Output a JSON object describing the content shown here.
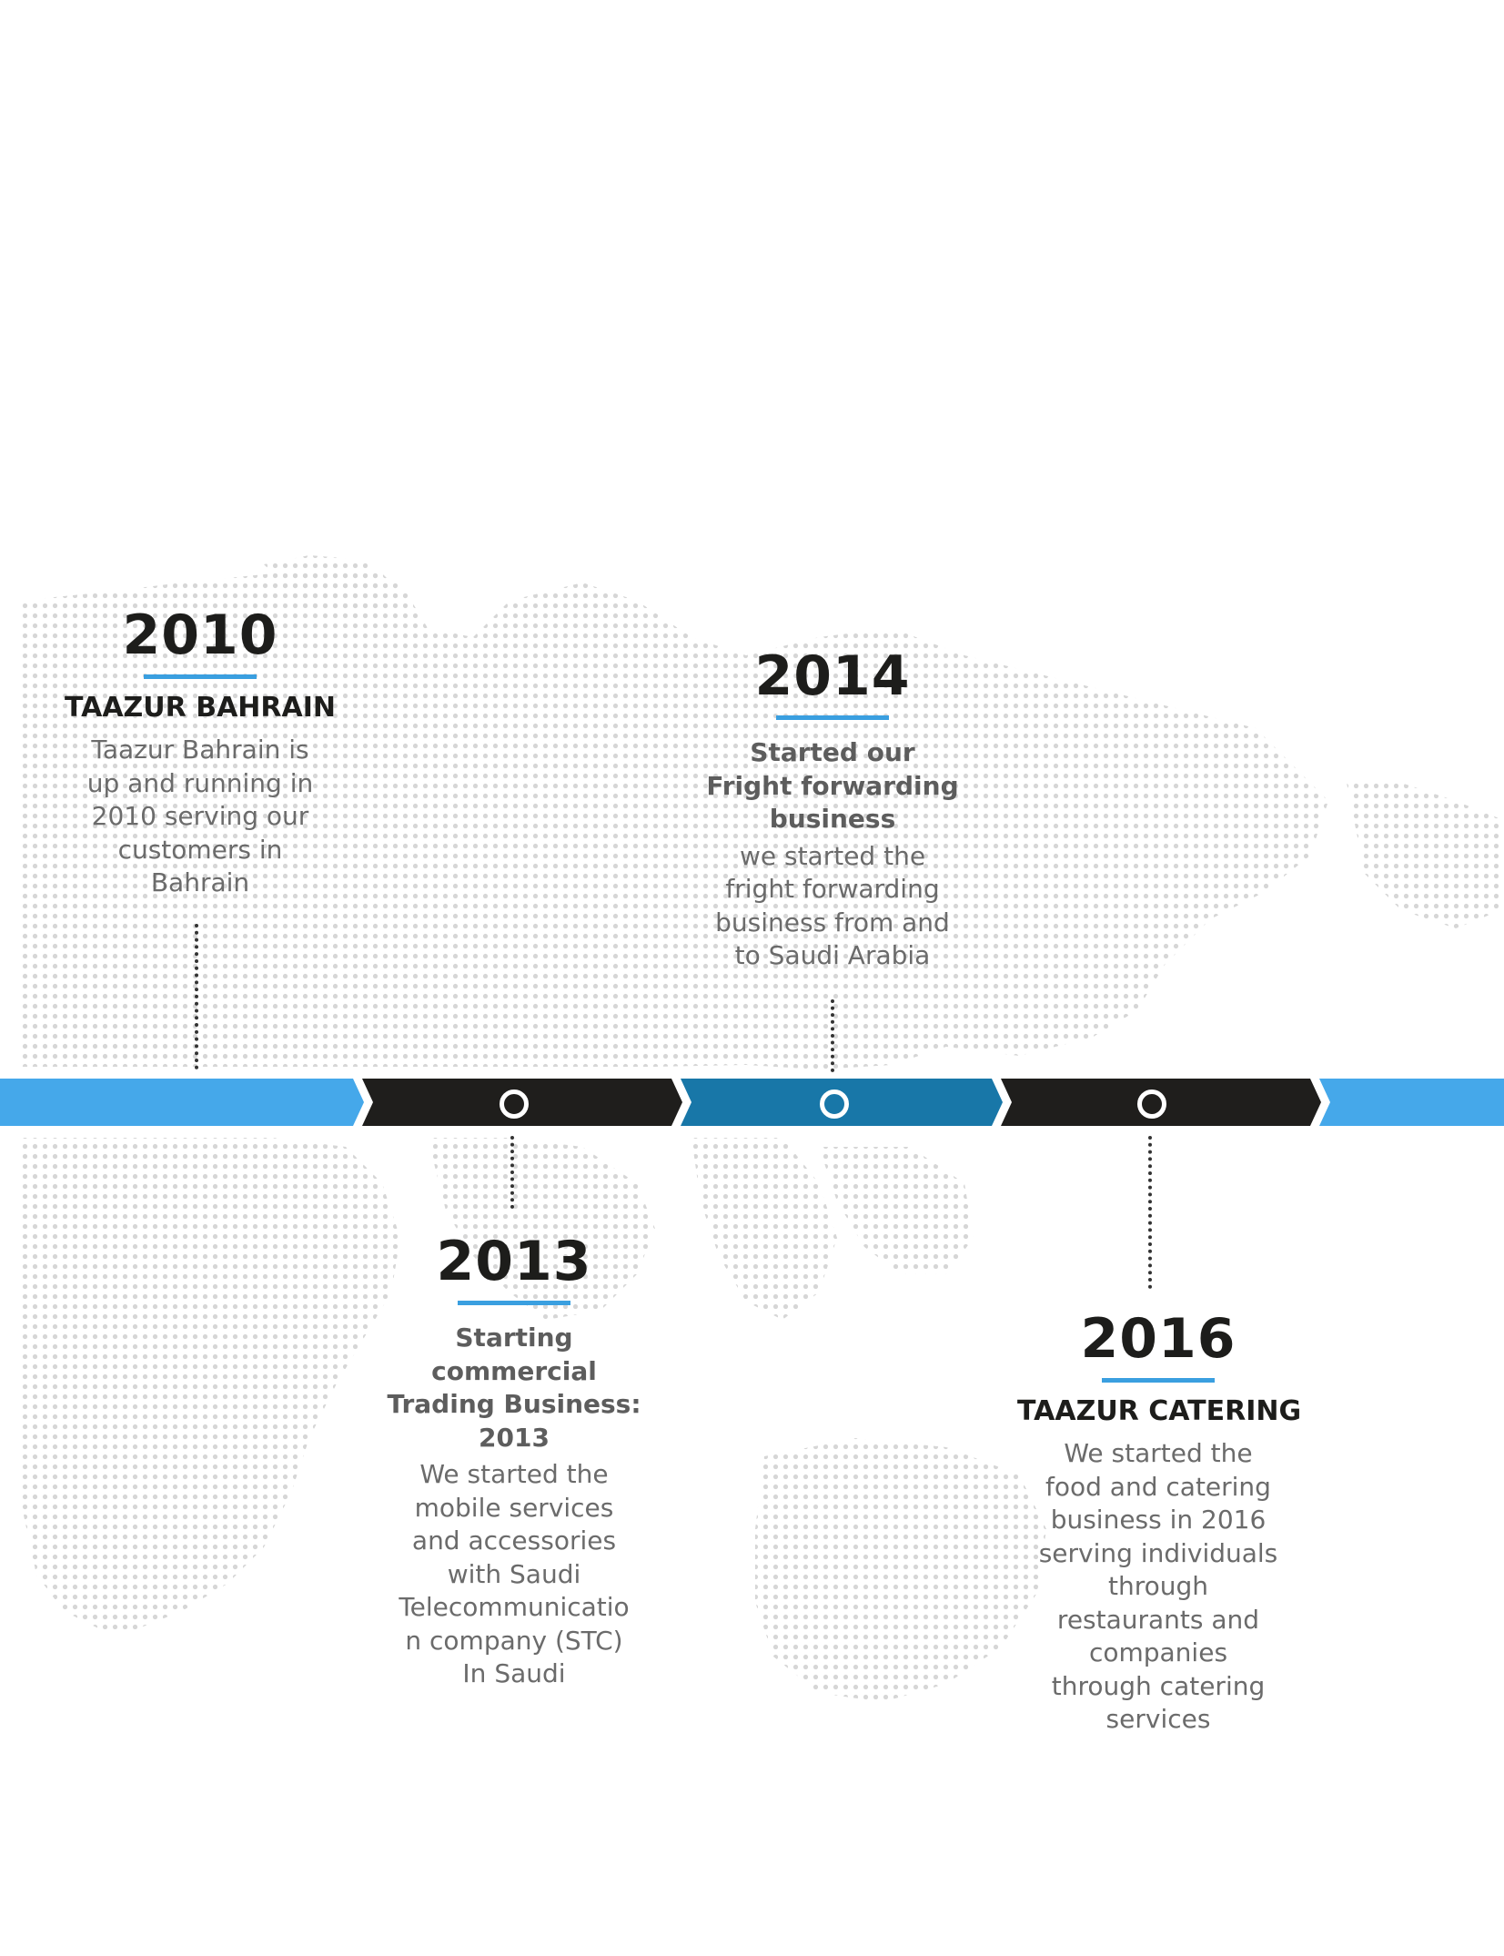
{
  "colors": {
    "bar_blue_light": "#45a8ea",
    "bar_dark": "#1f1e1c",
    "bar_blue_dark": "#1877a8",
    "accent_underline": "#3a9fe0",
    "map_dots": "#d6d6d6"
  },
  "milestones": [
    {
      "year": "2010",
      "heading": "TAAZUR BAHRAIN",
      "subtitle": "",
      "body": "Taazur Bahrain is\nup and running in\n2010 serving our\ncustomers in\nBahrain"
    },
    {
      "year": "2013",
      "heading": "",
      "subtitle": "Starting\ncommercial\nTrading Business:\n2013",
      "body": "We started the\nmobile services\nand accessories\nwith Saudi\nTelecommunicatio\nn company (STC)\nIn Saudi"
    },
    {
      "year": "2014",
      "heading": "",
      "subtitle": "Started our\nFright forwarding\nbusiness",
      "body": "we started the\nfright forwarding\nbusiness from and\nto Saudi Arabia"
    },
    {
      "year": "2016",
      "heading": "TAAZUR CATERING",
      "subtitle": "",
      "body": "We started the\nfood and catering\nbusiness in 2016\nserving individuals\nthrough\nrestaurants and\ncompanies\nthrough catering\nservices"
    }
  ]
}
